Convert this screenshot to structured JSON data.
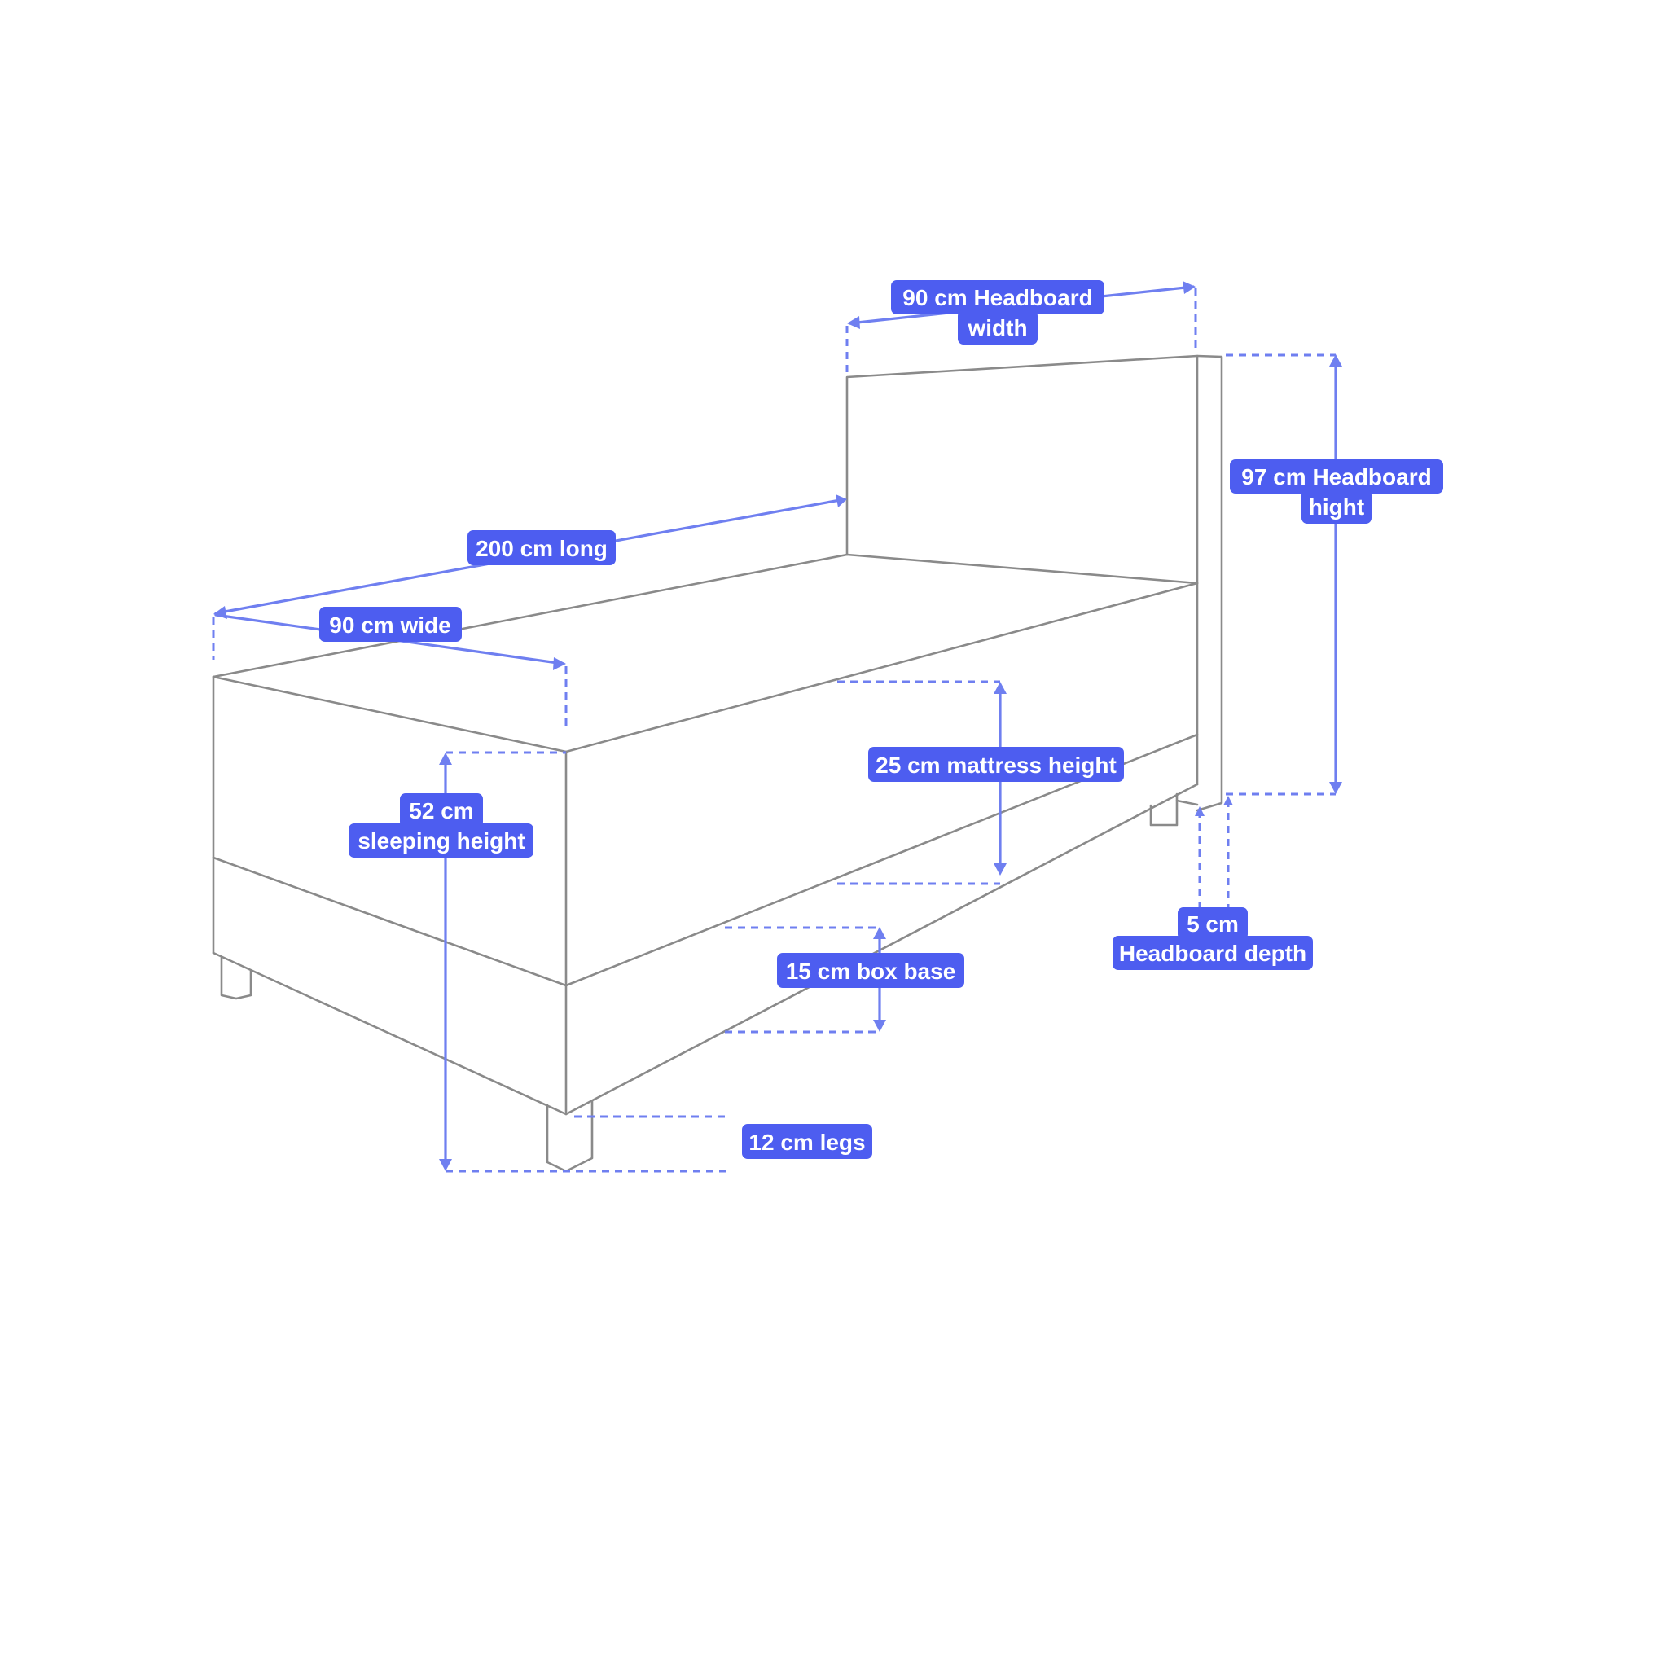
{
  "diagram": {
    "colors": {
      "outline": "#8a8a8a",
      "dimension": "#6f7ff0",
      "label_background": "#4d5df0",
      "label_text": "#ffffff",
      "background": "#ffffff"
    },
    "labels": {
      "headboard_width": [
        "90 cm Headboard",
        "width"
      ],
      "headboard_height": [
        "97 cm Headboard",
        "hight"
      ],
      "length": "200 cm long",
      "width": "90 cm wide",
      "mattress_height": "25 cm mattress height",
      "sleeping_height": [
        "52 cm",
        "sleeping height"
      ],
      "box_base": "15 cm box base",
      "headboard_depth": [
        "5 cm",
        "Headboard depth"
      ],
      "legs": "12 cm legs"
    }
  }
}
